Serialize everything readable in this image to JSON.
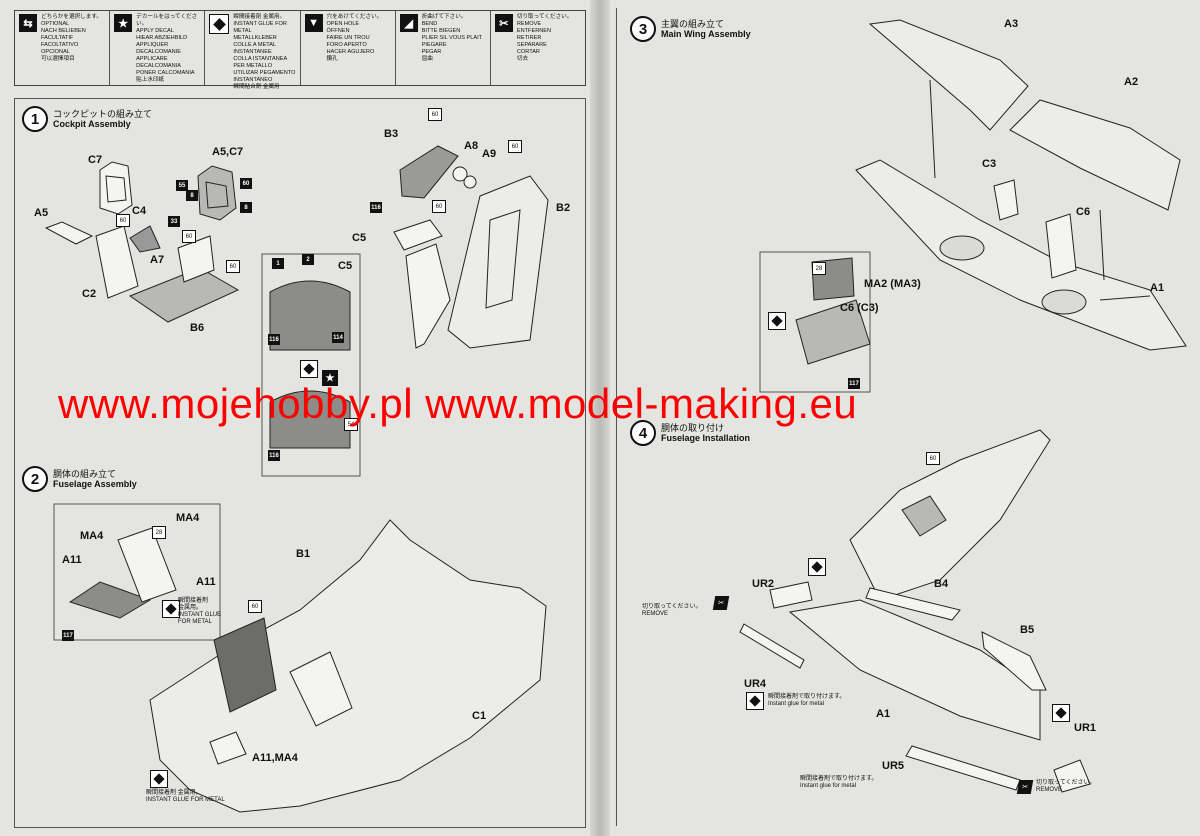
{
  "legend": [
    {
      "icon": "optional-icon",
      "text": "どちらかを選択します。\nOPTIONAL\nNACH BELIEBEN\nFACULTATIF\nFACOLTATIVO\nOPCIONAL\n可以選擇項目"
    },
    {
      "icon": "decal-star-icon",
      "text": "デカールをはってください。\nAPPLY DECAL\nHIEAR ABZIEHBILD\nAPPLIQUER DECALCOMANIE\nAPPLICARE DECALCOMANIA\nPONER CALCOMANIA\n貼上水印紙"
    },
    {
      "icon": "glue-icon",
      "text": "瞬間接着剤 金属用。\nINSTANT GLUE FOR METAL\nMETALLKLEBER\nCOLLE A METAL INSTANTANEE\nCOLLA ISTANTANEA PER METALLO\nUTILIZAR PEGAMENTO INSTANTANEO\n瞬間粘合劑 金属用"
    },
    {
      "icon": "open-hole-icon",
      "text": "穴をあけてください。\nOPEN HOLE\nÖFFNEN\nFAIRE UN TROU\nFORO APERTO\nHACER AGUJERO\n鑽孔"
    },
    {
      "icon": "bend-icon",
      "text": "折曲げて下さい。\nBEND\nBITTE BIEGEN\nPLIER SIL VOUS PLAIT\nPIEGARE\nPEGAR\n屈曲"
    },
    {
      "icon": "remove-icon",
      "text": "切り取ってください。\nREMOVE\nENTFERNEN\nRETIRER\nSEPARARE\nCORTAR\n切去"
    }
  ],
  "steps": {
    "s1": {
      "num": "1",
      "jp": "コックピットの組み立て",
      "en": "Cockpit Assembly"
    },
    "s2": {
      "num": "2",
      "jp": "胴体の組み立て",
      "en": "Fuselage Assembly"
    },
    "s3": {
      "num": "3",
      "jp": "主翼の組み立て",
      "en": "Main Wing Assembly"
    },
    "s4": {
      "num": "4",
      "jp": "胴体の取り付け",
      "en": "Fuselage Installation"
    }
  },
  "labels": {
    "c7": "C7",
    "a5c7": "A5,C7",
    "a5": "A5",
    "c4": "C4",
    "c2": "C2",
    "a7": "A7",
    "b6": "B6",
    "b3": "B3",
    "a8": "A8",
    "a9": "A9",
    "b2": "B2",
    "c5a": "C5",
    "c5b": "C5",
    "ma4a": "MA4",
    "ma4b": "MA4",
    "a11a": "A11",
    "a11b": "A11",
    "b1": "B1",
    "c1": "C1",
    "a11ma4": "A11,MA4",
    "a3": "A3",
    "a2": "A2",
    "c3": "C3",
    "c6": "C6",
    "a1a": "A1",
    "ma2": "MA2 (MA3)",
    "c6c3": "C6 (C3)",
    "ur2": "UR2",
    "b4": "B4",
    "b5": "B5",
    "ur4": "UR4",
    "a1b": "A1",
    "ur1": "UR1",
    "ur5": "UR5"
  },
  "badges": {
    "n55": "55",
    "n8a": "8",
    "n60a": "60",
    "n8b": "8",
    "n60b": "60",
    "n33": "33",
    "n60c": "60",
    "n60d": "60",
    "n60e": "60",
    "n60f": "60",
    "n60g": "60",
    "n116a": "116",
    "n1": "1",
    "n2": "2",
    "n116b": "116",
    "n114": "114",
    "n116c": "116",
    "n54": "54",
    "n28a": "28",
    "n117a": "117",
    "n60h": "60",
    "n28b": "28",
    "n117b": "117",
    "n60i": "60"
  },
  "notes": {
    "glue_a11": "瞬間接着剤\n金属用。\nINSTANT GLUE\nFOR METAL",
    "glue_bottom": "瞬間接着剤 金属用。\nINSTANT GLUE FOR METAL",
    "remove_ur2": "切り取ってください。\nREMOVE",
    "glue_ur4": "瞬間接着剤で取り付けます。\nInstant glue for metal",
    "remove_ur5": "切り取ってください。\nREMOVE",
    "glue_ur5": "瞬間接着剤で取り付けます。\nInstant glue for metal"
  },
  "watermark": "www.mojehobby.pl www.model-making.eu"
}
